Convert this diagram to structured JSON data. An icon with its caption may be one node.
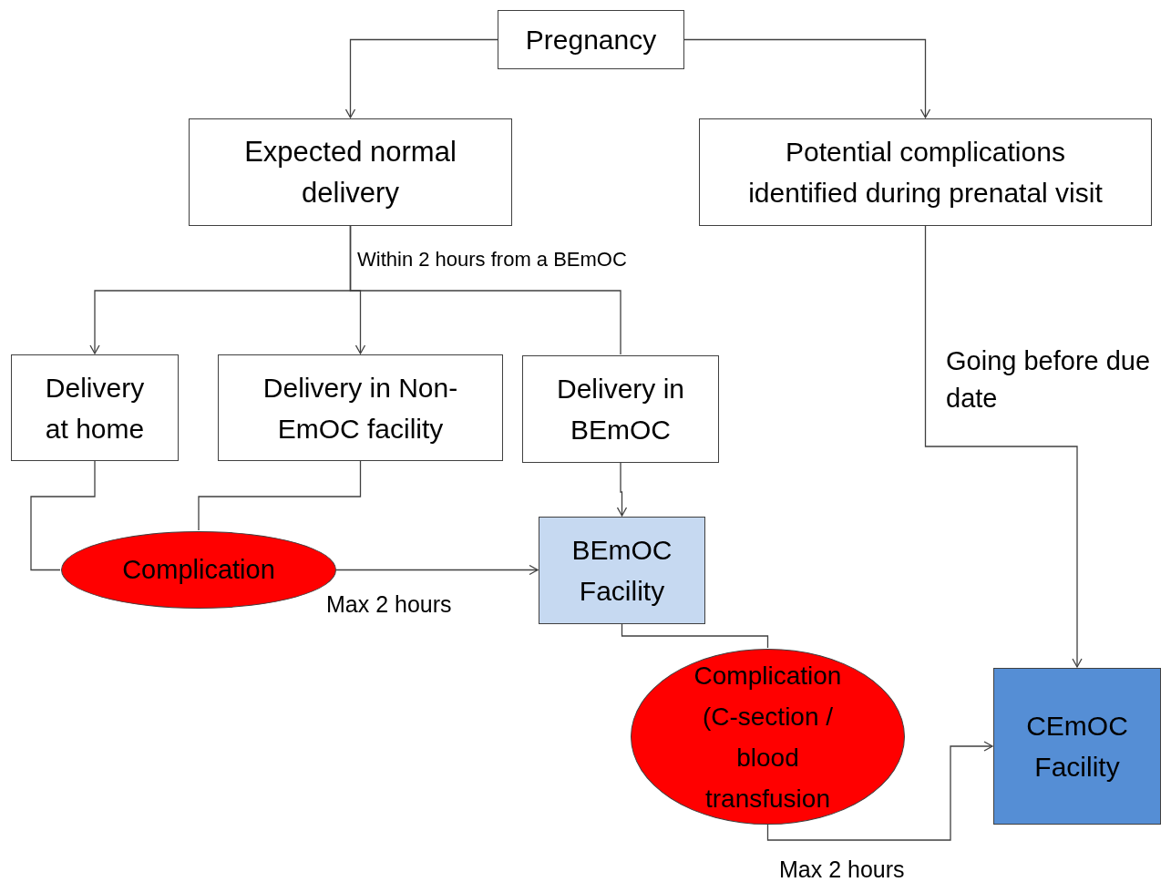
{
  "diagram": {
    "nodes": [
      {
        "text": [
          "Pregnancy"
        ]
      },
      {
        "text": [
          "Expected normal delivery"
        ]
      },
      {
        "text": [
          "Potential complications identified during prenatal visit"
        ]
      },
      {
        "text": [
          "Delivery at home"
        ]
      },
      {
        "text": [
          "Delivery in Non-EmOC facility"
        ]
      },
      {
        "text": [
          "Delivery in BEmOC"
        ]
      },
      {
        "text": [
          "Complication"
        ]
      },
      {
        "text": [
          "BEmOC Facility"
        ]
      },
      {
        "text": [
          "Complication (C-section / blood transfusion"
        ]
      },
      {
        "text": [
          "CEmOC Facility"
        ]
      }
    ],
    "edges": [
      {
        "from": 0,
        "to": 1,
        "arrow": "to"
      },
      {
        "from": 0,
        "to": 2,
        "arrow": "to"
      },
      {
        "from": 1,
        "to": 3,
        "arrow": "to"
      },
      {
        "from": 1,
        "to": 4,
        "arrow": "to",
        "label": "Within 2 hours from a BEmOC"
      },
      {
        "from": 1,
        "to": 5,
        "arrow": "none"
      },
      {
        "from": 2,
        "to": 9,
        "arrow": "to",
        "label": "Going before due date"
      },
      {
        "from": 3,
        "to": 6,
        "arrow": "none"
      },
      {
        "from": 4,
        "to": 6,
        "arrow": "none"
      },
      {
        "from": 6,
        "to": 7,
        "arrow": "to",
        "label": "Max 2 hours"
      },
      {
        "from": 5,
        "to": 7,
        "arrow": "to"
      },
      {
        "from": 7,
        "to": 8,
        "arrow": "none"
      },
      {
        "from": 8,
        "to": 9,
        "arrow": "to",
        "label": "Max 2 hours"
      }
    ]
  }
}
